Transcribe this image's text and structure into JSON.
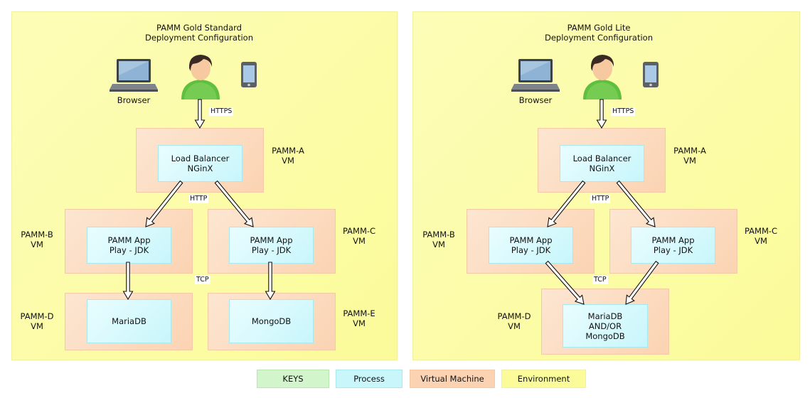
{
  "left": {
    "title_line1": "PAMM Gold Standard",
    "title_line2": "Deployment Configuration",
    "browser_label": "Browser",
    "https_label": "HTTPS",
    "http_label": "HTTP",
    "tcp_label": "TCP",
    "lb": {
      "line1": "Load Balancer",
      "line2": "NGinX",
      "vm_name": "PAMM-A",
      "vm_type": "VM"
    },
    "app_b": {
      "line1": "PAMM App",
      "line2": "Play - JDK",
      "vm_name": "PAMM-B",
      "vm_type": "VM"
    },
    "app_c": {
      "line1": "PAMM App",
      "line2": "Play - JDK",
      "vm_name": "PAMM-C",
      "vm_type": "VM"
    },
    "db_d": {
      "line1": "MariaDB",
      "vm_name": "PAMM-D",
      "vm_type": "VM"
    },
    "db_e": {
      "line1": "MongoDB",
      "vm_name": "PAMM-E",
      "vm_type": "VM"
    }
  },
  "right": {
    "title_line1": "PAMM Gold Lite",
    "title_line2": "Deployment Configuration",
    "browser_label": "Browser",
    "https_label": "HTTPS",
    "http_label": "HTTP",
    "tcp_label": "TCP",
    "lb": {
      "line1": "Load Balancer",
      "line2": "NGinX",
      "vm_name": "PAMM-A",
      "vm_type": "VM"
    },
    "app_b": {
      "line1": "PAMM App",
      "line2": "Play - JDK",
      "vm_name": "PAMM-B",
      "vm_type": "VM"
    },
    "app_c": {
      "line1": "PAMM App",
      "line2": "Play - JDK",
      "vm_name": "PAMM-C",
      "vm_type": "VM"
    },
    "db_d": {
      "line1": "MariaDB",
      "line2": "AND/OR",
      "line3": "MongoDB",
      "vm_name": "PAMM-D",
      "vm_type": "VM"
    }
  },
  "legend": {
    "keys": "KEYS",
    "process": "Process",
    "vm": "Virtual Machine",
    "environment": "Environment"
  },
  "colors": {
    "environment": "#fbfb9a",
    "virtual_machine": "#fbd3b2",
    "process": "#c8f6fb",
    "keys": "#d2f5cc"
  }
}
